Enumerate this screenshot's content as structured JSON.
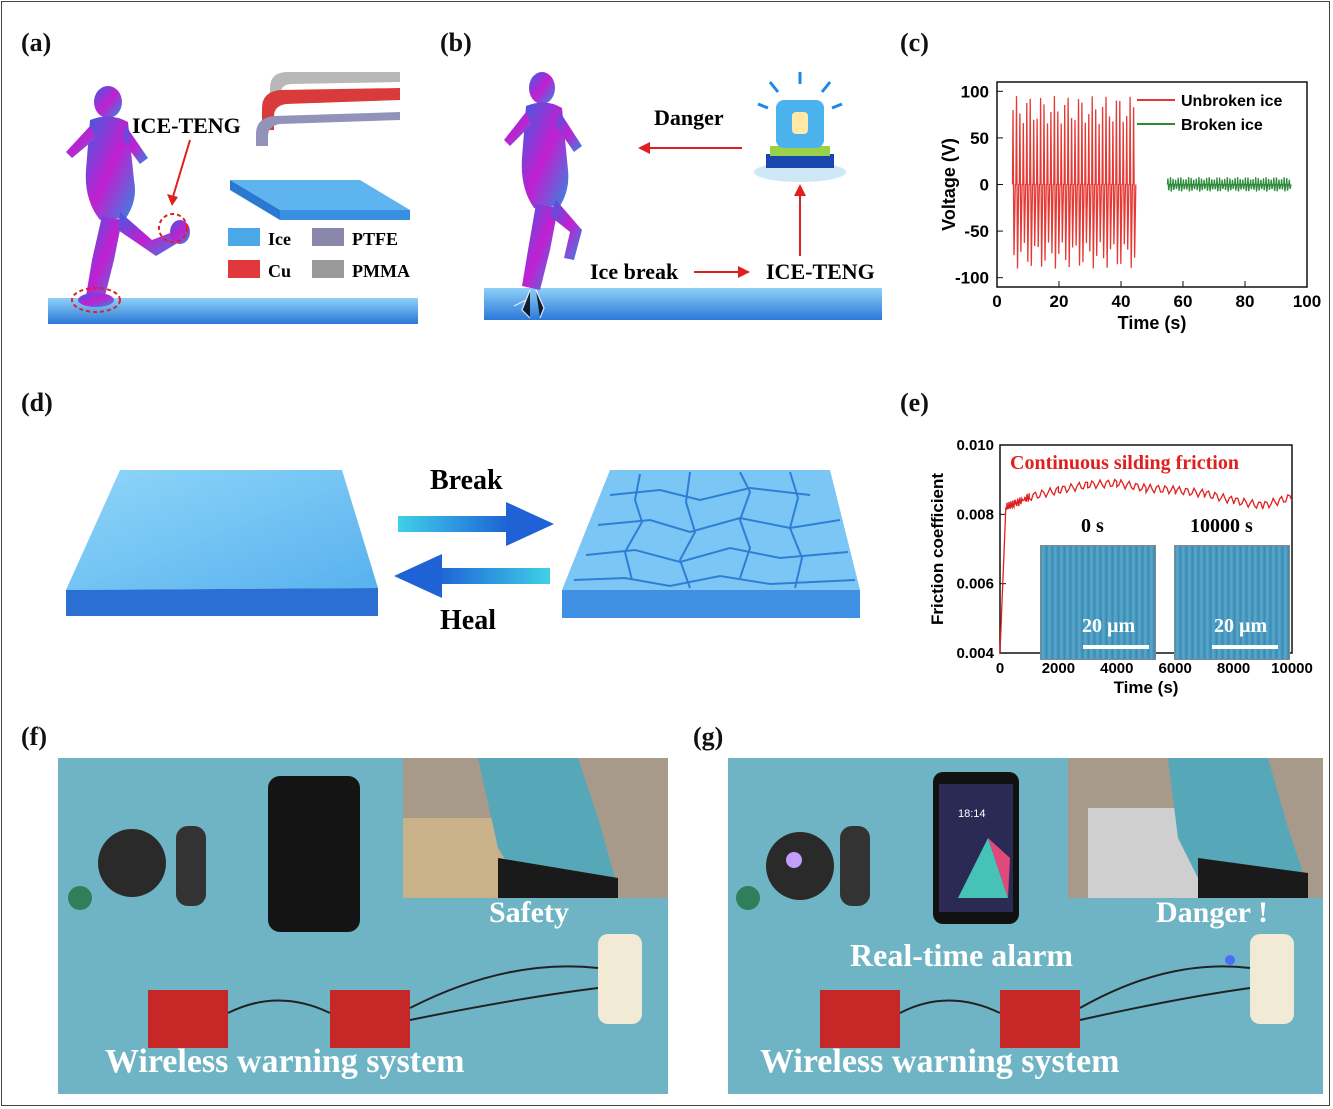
{
  "panels": {
    "a": {
      "label": "(a)",
      "callout": "ICE-TENG",
      "legend": [
        {
          "name": "Ice",
          "color": "#4aa8e8"
        },
        {
          "name": "PTFE",
          "color": "#8a88aa"
        },
        {
          "name": "Cu",
          "color": "#e0383b"
        },
        {
          "name": "PMMA",
          "color": "#9a9a9a"
        }
      ]
    },
    "b": {
      "label": "(b)",
      "danger": "Danger",
      "ice_break": "Ice break",
      "teng": "ICE-TENG"
    },
    "c": {
      "label": "(c)"
    },
    "d": {
      "label": "(d)",
      "break": "Break",
      "heal": "Heal"
    },
    "e": {
      "label": "(e)",
      "title": "Continuous silding friction",
      "inset_left": "0 s",
      "inset_right": "10000 s",
      "scalebar_left": "20 µm",
      "scalebar_right": "20 µm"
    },
    "f": {
      "label": "(f)",
      "status": "Safety",
      "caption": "Wireless warning system"
    },
    "g": {
      "label": "(g)",
      "status": "Danger !",
      "alarm": "Real-time alarm",
      "caption": "Wireless warning system",
      "phone_time": "18:14"
    }
  },
  "chart_data": [
    {
      "id": "c",
      "type": "line",
      "xlabel": "Time (s)",
      "ylabel": "Voltage (V)",
      "xlim": [
        0,
        100
      ],
      "ylim": [
        -110,
        110
      ],
      "xticks": [
        0,
        20,
        40,
        60,
        80,
        100
      ],
      "yticks": [
        100,
        50,
        0,
        -50,
        -100
      ],
      "legend_position": "top-right",
      "series": [
        {
          "name": "Unbroken ice",
          "color": "#e53935",
          "x_range": [
            5,
            45
          ],
          "peaks": 36,
          "amplitude": [
            65,
            95
          ]
        },
        {
          "name": "Broken ice",
          "color": "#2e8b3a",
          "x_range": [
            55,
            95
          ],
          "peaks": 48,
          "amplitude": [
            5,
            8
          ]
        }
      ]
    },
    {
      "id": "e",
      "type": "line",
      "xlabel": "Time (s)",
      "ylabel": "Friction coefficient",
      "xlim": [
        0,
        10000
      ],
      "ylim": [
        0.004,
        0.01
      ],
      "xticks": [
        0,
        2000,
        4000,
        6000,
        8000,
        10000
      ],
      "yticks": [
        "0.010",
        "0.008",
        "0.006",
        "0.004"
      ],
      "series": [
        {
          "name": "",
          "color": "#e02020",
          "x": [
            0,
            200,
            500,
            1000,
            2000,
            3000,
            4000,
            5000,
            6000,
            7000,
            8000,
            9000,
            10000
          ],
          "y": [
            0.004,
            0.0082,
            0.0083,
            0.0085,
            0.0087,
            0.00885,
            0.0089,
            0.00875,
            0.0087,
            0.0086,
            0.0084,
            0.00825,
            0.0085
          ]
        }
      ]
    }
  ]
}
